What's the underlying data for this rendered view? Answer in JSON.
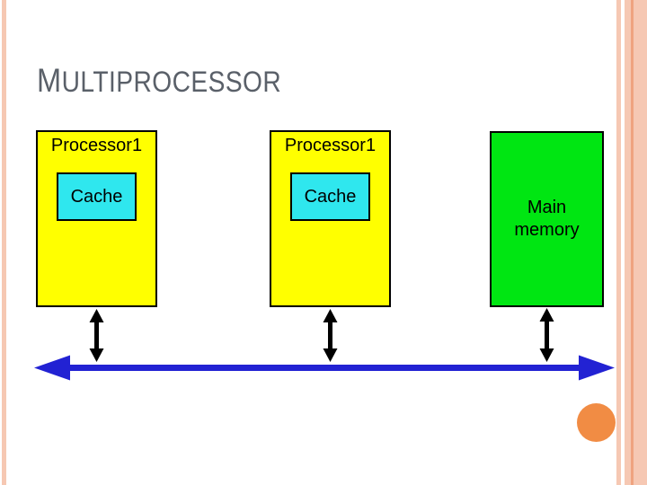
{
  "title": {
    "text": "MULTIPROCESSOR"
  },
  "diagram": {
    "processors": [
      {
        "label": "Processor1",
        "cache_label": "Cache"
      },
      {
        "label": "Processor1",
        "cache_label": "Cache"
      }
    ],
    "memory": {
      "label": "Main memory"
    }
  },
  "colors": {
    "title_text": "#5A6069",
    "processor_fill": "#FFFF00",
    "cache_fill": "#2FE7EE",
    "memory_fill": "#00E612",
    "bus_arrow": "#2222D3",
    "connector_arrow": "#000000",
    "stripe": "#F6C8B3",
    "stripe_accent": "#EFA37F",
    "decorative_circle": "#F18C44"
  }
}
